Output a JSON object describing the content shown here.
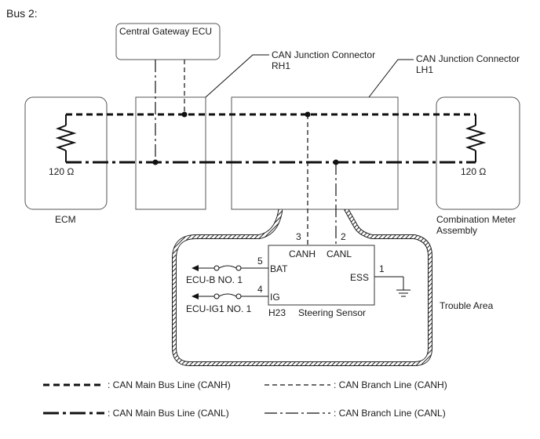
{
  "title": "Bus 2:",
  "gateway": {
    "label": "Central Gateway ECU"
  },
  "junction_rh1": {
    "line1": "CAN Junction Connector",
    "line2": "RH1"
  },
  "junction_lh1": {
    "line1": "CAN Junction Connector",
    "line2": "LH1"
  },
  "ecm": {
    "label": "ECM",
    "resistance": "120 Ω"
  },
  "meter": {
    "label_line1": "Combination Meter",
    "label_line2": "Assembly",
    "resistance": "120 Ω"
  },
  "sensor": {
    "connector": "H23",
    "name": "Steering Sensor",
    "pins": {
      "canh_num": "3",
      "canh": "CANH",
      "canl_num": "2",
      "canl": "CANL",
      "bat_num": "5",
      "bat": "BAT",
      "ig_num": "4",
      "ig": "IG",
      "ess_num": "1",
      "ess": "ESS"
    }
  },
  "fuses": {
    "ecu_b": "ECU-B NO. 1",
    "ecu_ig1": "ECU-IG1 NO. 1"
  },
  "trouble_area": "Trouble Area",
  "legend": {
    "main_canh": ": CAN Main Bus Line (CANH)",
    "branch_canh": ": CAN Branch Line (CANH)",
    "main_canl": ": CAN Main Bus Line (CANL)",
    "branch_canl": ": CAN Branch Line (CANL)"
  }
}
